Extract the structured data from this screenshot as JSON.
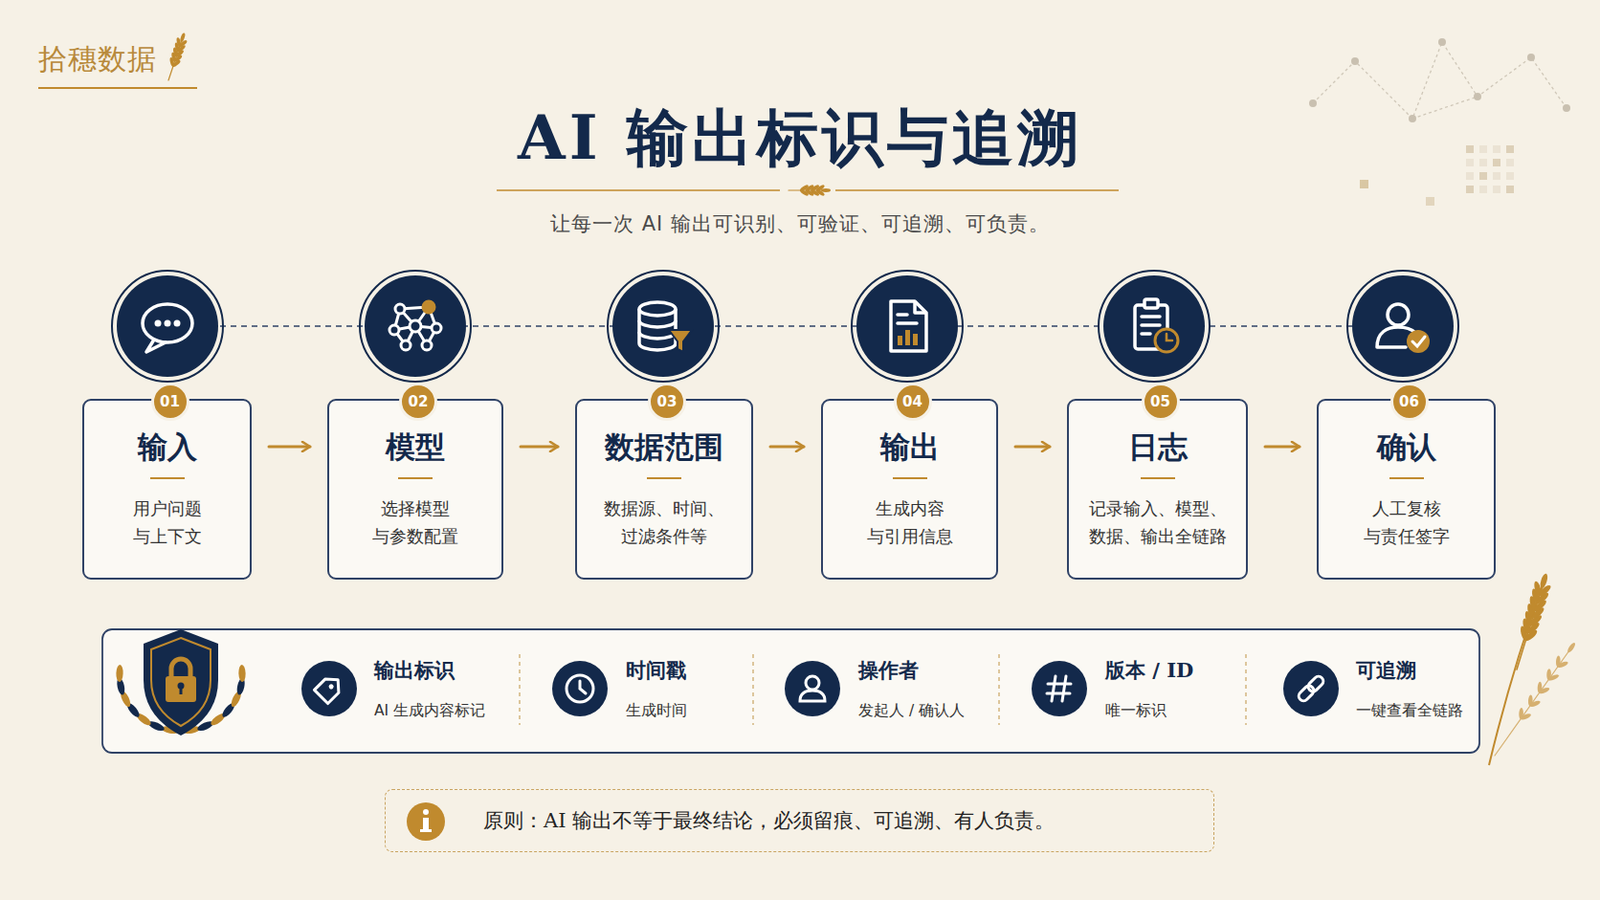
{
  "diagram": {
    "title": "AI 输出标识与追溯",
    "caption": "让每一次 AI 输出可识别、可验证、可追溯、可负责。",
    "nodes": [
      {
        "text": [
          "输入",
          "用户问题 与上下文"
        ]
      },
      {
        "text": [
          "01"
        ],
        "in": 0
      },
      {
        "text": [
          "模型",
          "选择模型 与参数配置"
        ]
      },
      {
        "text": [
          "02"
        ],
        "in": 2
      },
      {
        "text": [
          "数据范围",
          "数据源、时间、 过滤条件等"
        ]
      },
      {
        "text": [
          "03"
        ],
        "in": 4
      },
      {
        "text": [
          "输出",
          "生成内容 与引用信息"
        ]
      },
      {
        "text": [
          "04"
        ],
        "in": 6
      },
      {
        "text": [
          "日志",
          "记录输入、模型、 数据、输出全链路"
        ]
      },
      {
        "text": [
          "05"
        ],
        "in": 8
      },
      {
        "text": [
          "确认",
          "人工复核 与责任签字"
        ]
      },
      {
        "text": [
          "06"
        ],
        "in": 10
      },
      {
        "text": [
          "输出标识",
          "AI 生成内容标记"
        ]
      },
      {
        "text": [
          "时间戳",
          "生成时间"
        ]
      },
      {
        "text": [
          "操作者",
          "发起人 / 确认人"
        ]
      },
      {
        "text": [
          "版本 / ID",
          "唯一标识"
        ]
      },
      {
        "text": [
          "可追溯",
          "一键查看全链路"
        ]
      },
      {
        "text": [
          "原则：AI 输出不等于最终结论，必须留痕、可追溯、有人负责。"
        ]
      }
    ],
    "edges": [
      {
        "from": 0,
        "to": 2,
        "arrow": "to"
      },
      {
        "from": 2,
        "to": 4,
        "arrow": "to"
      },
      {
        "from": 4,
        "to": 6,
        "arrow": "to"
      },
      {
        "from": 6,
        "to": 8,
        "arrow": "to"
      },
      {
        "from": 8,
        "to": 10,
        "arrow": "to"
      }
    ],
    "labels": [
      "拾穗数据"
    ]
  }
}
